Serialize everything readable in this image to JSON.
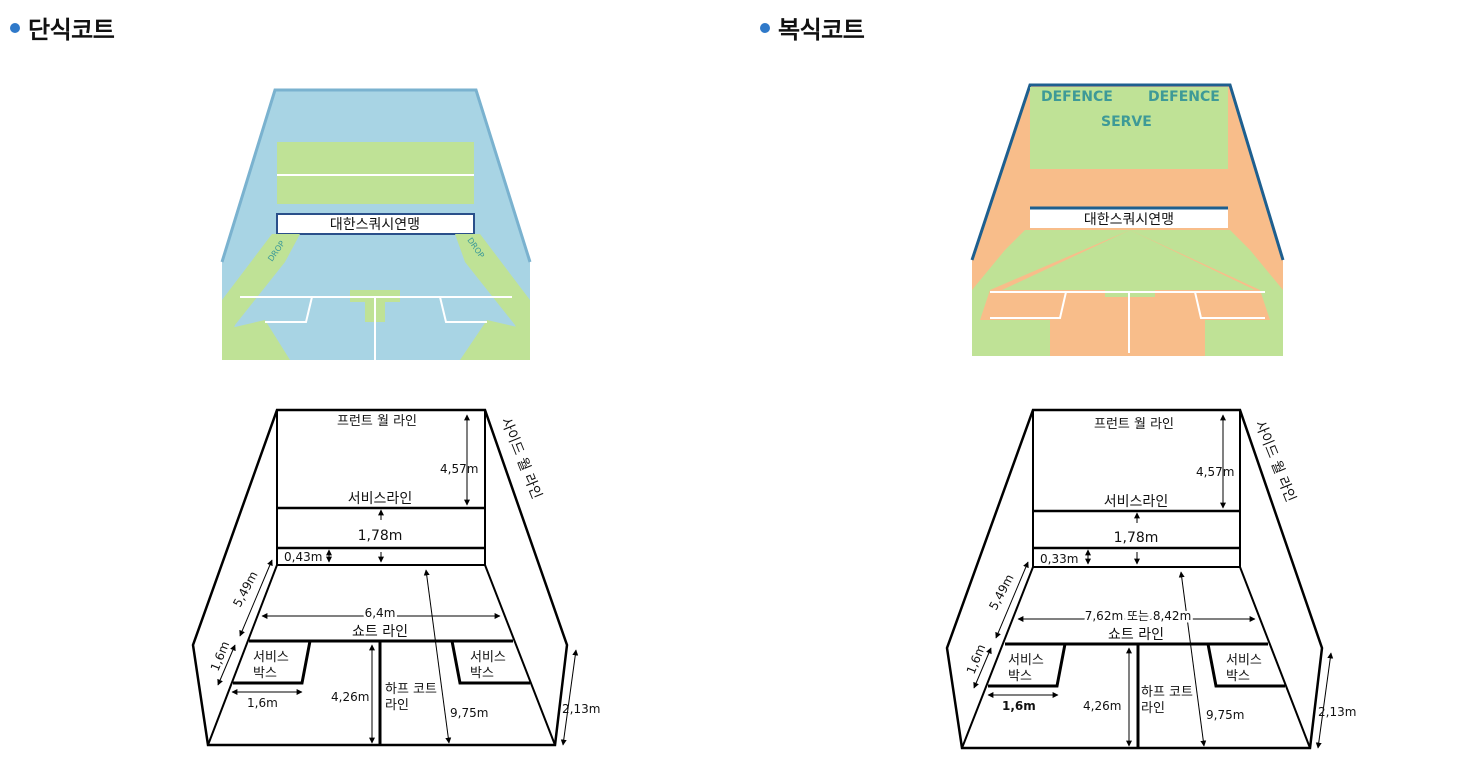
{
  "colors": {
    "bullet": "#2f79c9",
    "single_wall": "#a8d4e4",
    "single_edge": "#7ab2cf",
    "green": "#bfe296",
    "double_wall": "#f8bd8a",
    "double_edge": "#1e5f8f",
    "label_teal": "#3e9a97"
  },
  "single": {
    "title": "단식코트",
    "banner": "대한스쿼시연맹",
    "drop_left": "DROP",
    "drop_right": "DROP",
    "labels": {
      "front_wall_line": "프런트 월 라인",
      "side_wall_line": "사이드 월 라인",
      "service_line": "서비스라인",
      "dim_457": "4,57m",
      "dim_178": "1,78m",
      "dim_043": "0,43m",
      "dim_549": "5,49m",
      "dim_640": "6,4m",
      "short_line": "쇼트 라인",
      "dim_16a": "1,6m",
      "service_box_l1": "서비스",
      "service_box_l2": "박스",
      "service_box_r1": "서비스",
      "service_box_r2": "박스",
      "dim_16b": "1,6m",
      "dim_426": "4,26m",
      "half_court_1": "하프 코트",
      "half_court_2": "라인",
      "dim_975": "9,75m",
      "dim_213": "2,13m"
    }
  },
  "double": {
    "title": "복식코트",
    "banner": "대한스쿼시연맹",
    "defence_left": "DEFENCE",
    "defence_right": "DEFENCE",
    "serve": "SERVE",
    "labels": {
      "front_wall_line": "프런트 월 라인",
      "side_wall_line": "사이드 월 라인",
      "service_line": "서비스라인",
      "dim_457": "4,57m",
      "dim_178": "1,78m",
      "dim_033": "0,33m",
      "dim_549": "5,49m",
      "dim_width": "7,62m 또는 8,42m",
      "short_line": "쇼트 라인",
      "dim_16a": "1,6m",
      "service_box_l1": "서비스",
      "service_box_l2": "박스",
      "service_box_r1": "서비스",
      "service_box_r2": "박스",
      "dim_16b": "1,6m",
      "dim_426": "4,26m",
      "half_court_1": "하프 코트",
      "half_court_2": "라인",
      "dim_975": "9,75m",
      "dim_213": "2,13m"
    }
  }
}
